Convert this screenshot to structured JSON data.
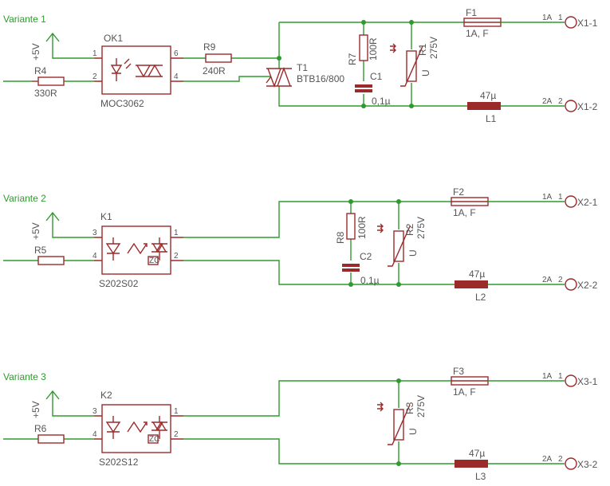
{
  "colors": {
    "wire": "#2f9a2f",
    "component": "#9b2a2a",
    "text": "#555555"
  },
  "v1": {
    "title": "Variante 1",
    "vcc": "+5V",
    "r4_name": "R4",
    "r4_value": "330R",
    "ok_name": "OK1",
    "ok_part": "MOC3062",
    "pin1": "1",
    "pin2": "2",
    "pin6": "6",
    "pin4": "4",
    "r9_name": "R9",
    "r9_value": "240R",
    "t_name": "T1",
    "t_part": "BTB16/800",
    "r7_name": "R7",
    "r7_value": "100R",
    "c_name": "C1",
    "c_value": "0,1µ",
    "rv_name": "R1",
    "rv_value": "275V",
    "rv_u": "U",
    "f_name": "F1",
    "f_value": "1A, F",
    "l_name": "L1",
    "l_value": "47µ",
    "x1_sig": "1A",
    "x1_pin": "1",
    "x1_name": "X1-1",
    "x2_sig": "2A",
    "x2_pin": "2",
    "x2_name": "X1-2"
  },
  "v2": {
    "title": "Variante 2",
    "vcc": "+5V",
    "r_name": "R5",
    "k_name": "K1",
    "k_part": "S202S02",
    "pin3": "3",
    "pin4": "4",
    "pin1": "1",
    "pin2": "2",
    "zc": "ZC",
    "r8_name": "R8",
    "r8_value": "100R",
    "c_name": "C2",
    "c_value": "0,1µ",
    "rv_name": "R2",
    "rv_value": "275V",
    "rv_u": "U",
    "f_name": "F2",
    "f_value": "1A, F",
    "l_name": "L2",
    "l_value": "47µ",
    "x1_sig": "1A",
    "x1_pin": "1",
    "x1_name": "X2-1",
    "x2_sig": "2A",
    "x2_pin": "2",
    "x2_name": "X2-2"
  },
  "v3": {
    "title": "Variante 3",
    "vcc": "+5V",
    "r_name": "R6",
    "k_name": "K2",
    "k_part": "S202S12",
    "pin3": "3",
    "pin4": "4",
    "pin1": "1",
    "pin2": "2",
    "zc": "ZC",
    "rv_name": "R3",
    "rv_value": "275V",
    "rv_u": "U",
    "f_name": "F3",
    "f_value": "1A, F",
    "l_name": "L3",
    "l_value": "47µ",
    "x1_sig": "1A",
    "x1_pin": "1",
    "x1_name": "X3-1",
    "x2_sig": "2A",
    "x2_pin": "2",
    "x2_name": "X3-2"
  }
}
